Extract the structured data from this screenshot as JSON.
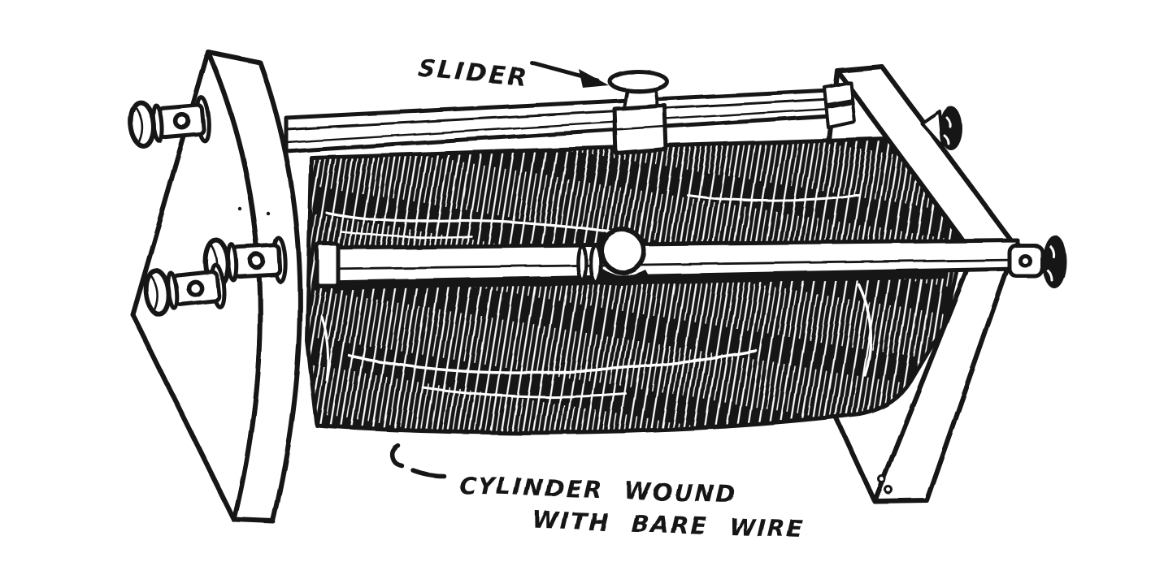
{
  "figure": {
    "background": "#ffffff",
    "ink_color": "#171717",
    "labels": {
      "slider": "SLIDER",
      "cylinder_line1": "CYLINDER WOUND",
      "cylinder_line2": "WITH BARE WIRE"
    }
  }
}
